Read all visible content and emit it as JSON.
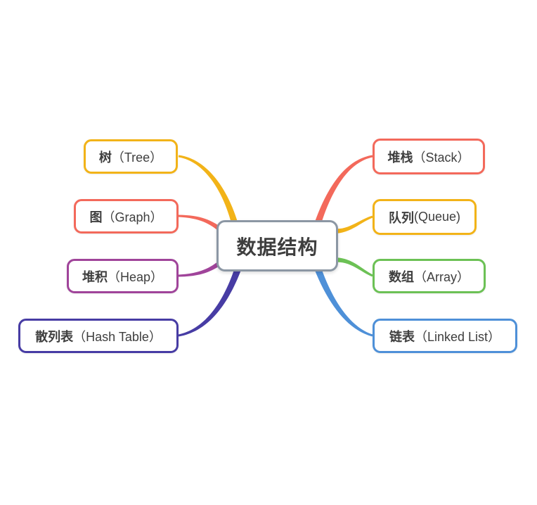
{
  "center": {
    "label": "数据结构"
  },
  "branches": [
    {
      "id": "tree",
      "zh": "树",
      "en": "（Tree）",
      "color": "#F2B318",
      "side": "left"
    },
    {
      "id": "graph",
      "zh": "图",
      "en": "（Graph）",
      "color": "#F3695B",
      "side": "left"
    },
    {
      "id": "heap",
      "zh": "堆积",
      "en": "（Heap）",
      "color": "#A0449A",
      "side": "left"
    },
    {
      "id": "hash-table",
      "zh": "散列表",
      "en": "（Hash Table）",
      "color": "#473CA4",
      "side": "left"
    },
    {
      "id": "stack",
      "zh": "堆栈",
      "en": "（Stack）",
      "color": "#F3695B",
      "side": "right"
    },
    {
      "id": "queue",
      "zh": "队列",
      "en": "(Queue)",
      "color": "#F2B318",
      "side": "right"
    },
    {
      "id": "array",
      "zh": "数组",
      "en": "（Array）",
      "color": "#6CC155",
      "side": "right"
    },
    {
      "id": "linked-list",
      "zh": "链表",
      "en": "（Linked List）",
      "color": "#4E90D8",
      "side": "right"
    }
  ],
  "colors": {
    "center_border": "#8C97A4",
    "text": "#3E3E3E",
    "background": "#FFFFFF"
  }
}
